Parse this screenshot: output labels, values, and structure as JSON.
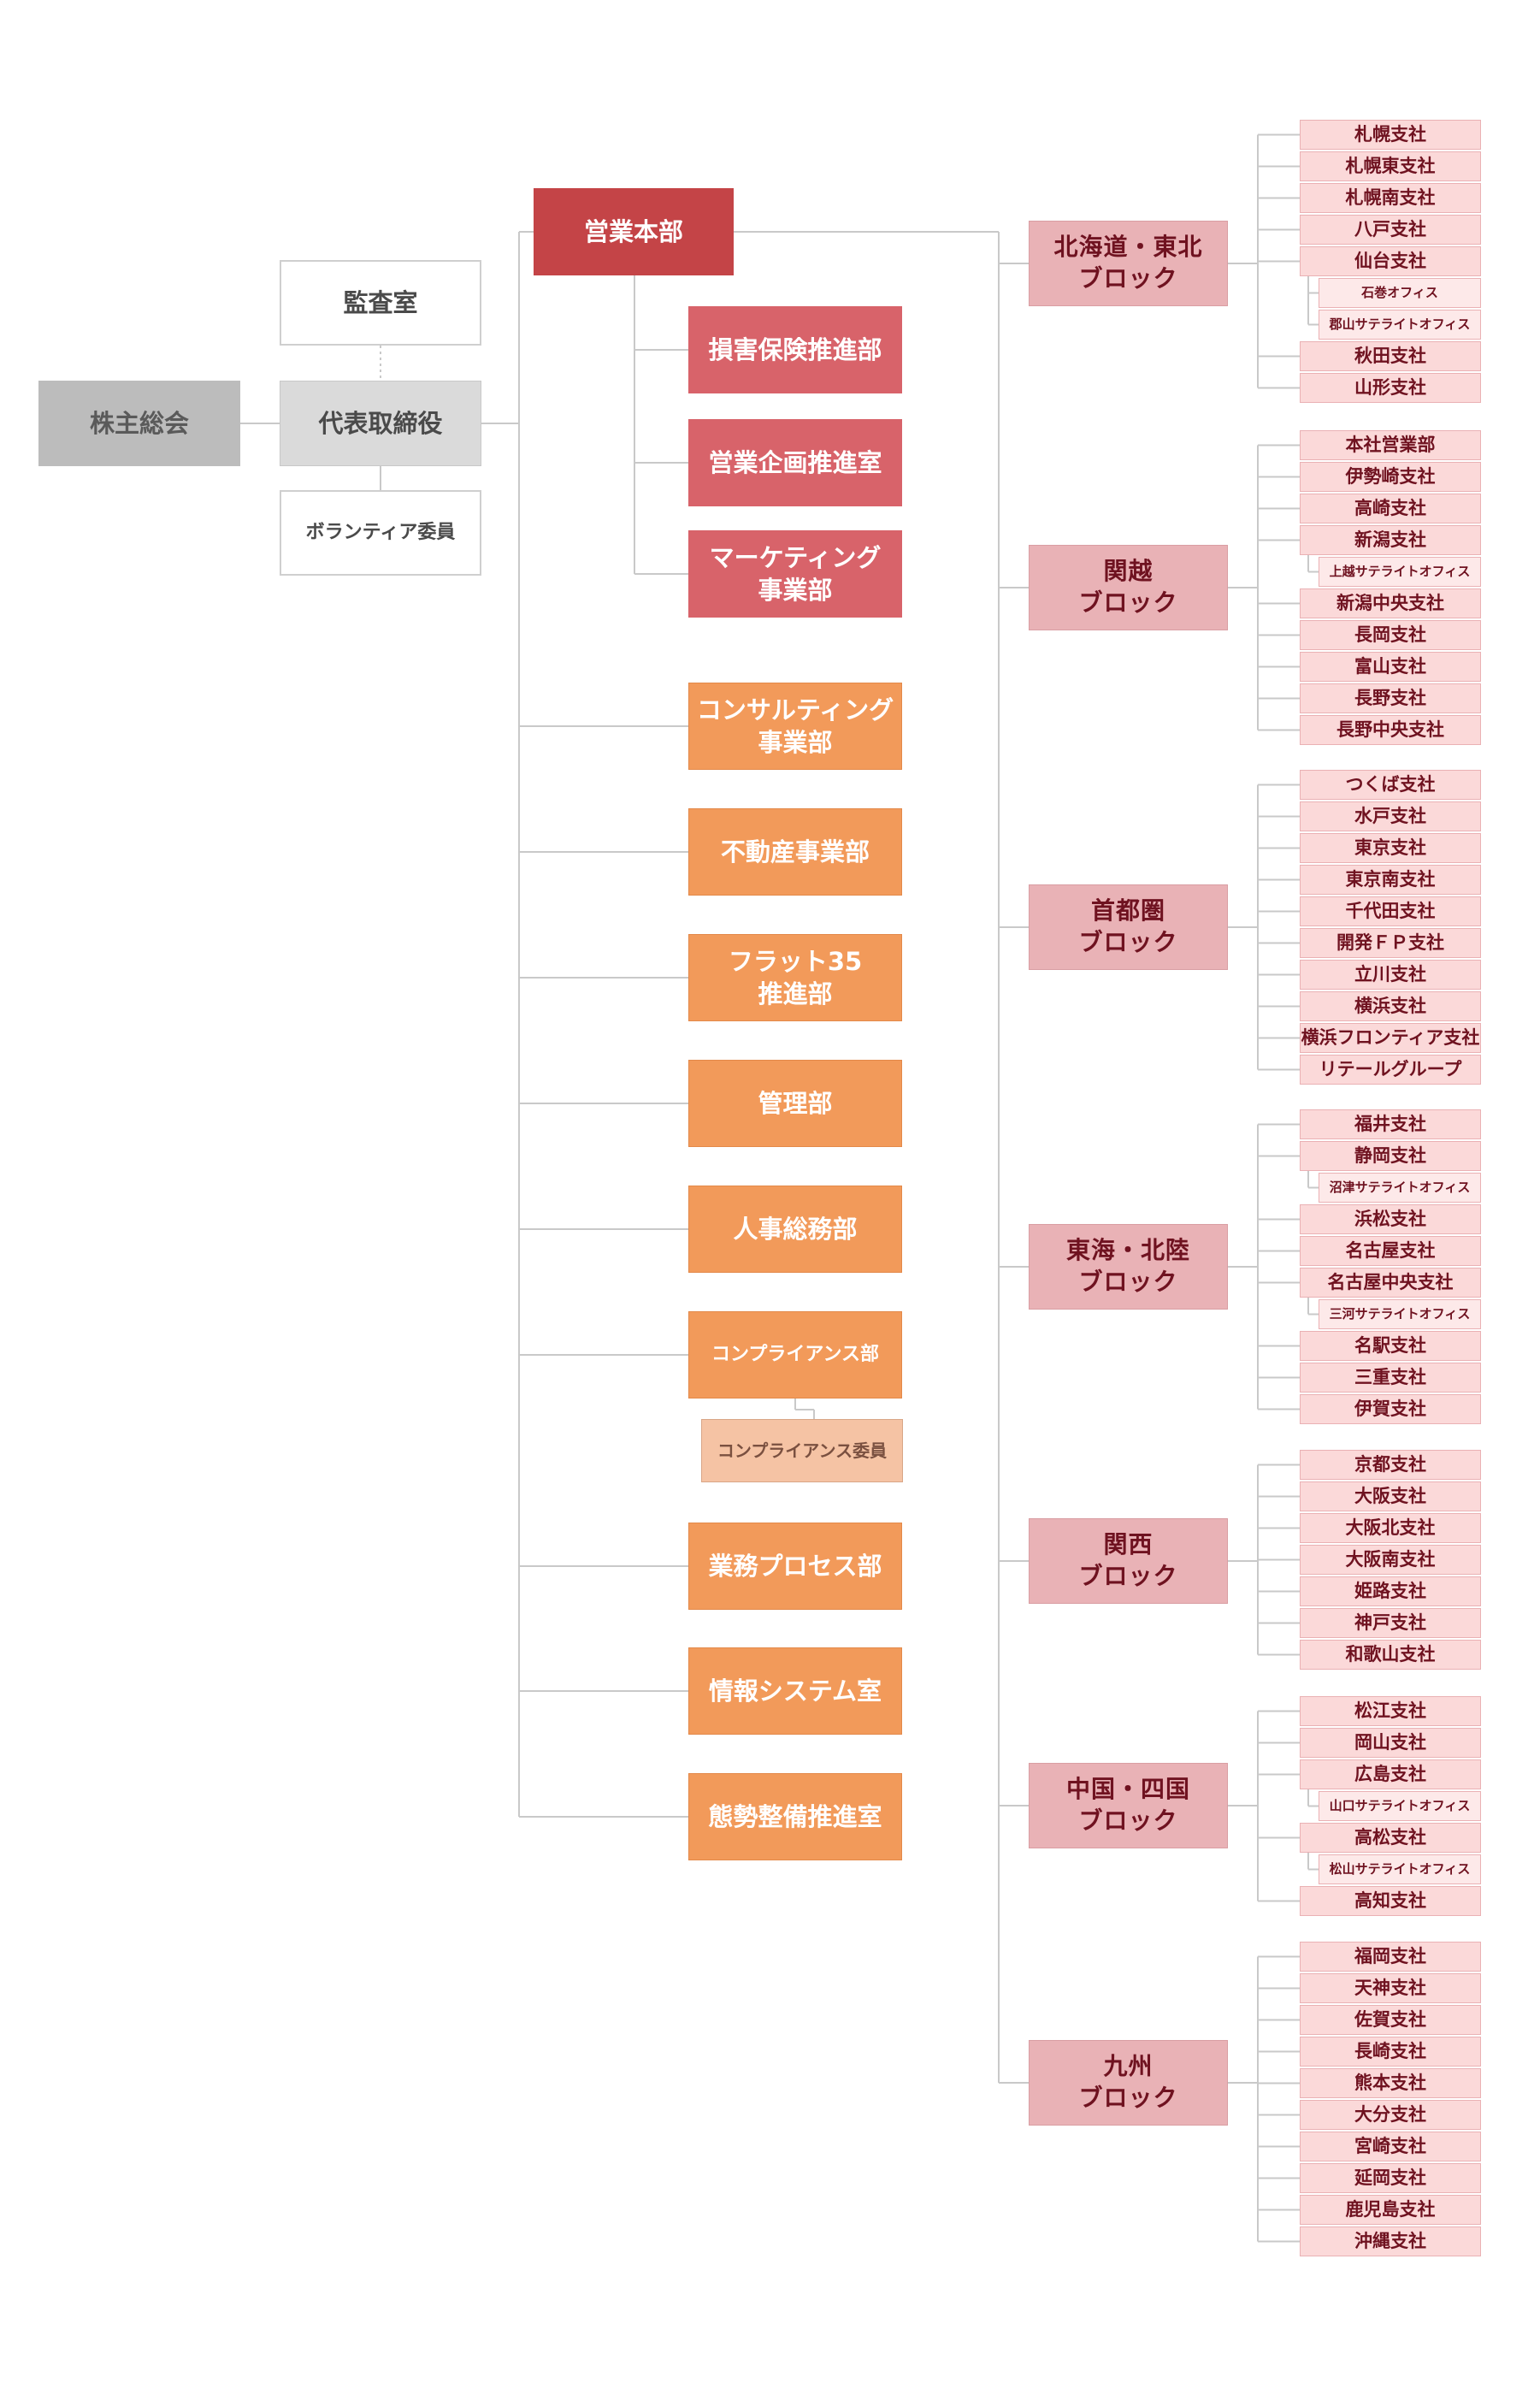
{
  "org": {
    "shareholders": "株主総会",
    "representative": "代表取締役",
    "audit": "監査室",
    "volunteer": "ボランティア委員",
    "sales_hq": "営業本部",
    "sales_departments": [
      "損害保険推進部",
      "営業企画推進室",
      "マーケティング\n事業部"
    ],
    "departments": [
      "コンサルティング\n事業部",
      "不動産事業部",
      "フラット35\n推進部",
      "管理部",
      "人事総務部",
      "コンプライアンス部"
    ],
    "compliance_committee": "コンプライアンス委員",
    "departments_after": [
      "業務プロセス部",
      "情報システム室",
      "態勢整備推進室"
    ]
  },
  "blocks": [
    {
      "name": "北海道・東北\nブロック",
      "branches": [
        {
          "name": "札幌支社"
        },
        {
          "name": "札幌東支社"
        },
        {
          "name": "札幌南支社"
        },
        {
          "name": "八戸支社"
        },
        {
          "name": "仙台支社"
        },
        {
          "name": "石巻オフィス",
          "sub": true
        },
        {
          "name": "郡山サテライトオフィス",
          "sub": true
        },
        {
          "name": "秋田支社"
        },
        {
          "name": "山形支社"
        }
      ]
    },
    {
      "name": "関越\nブロック",
      "branches": [
        {
          "name": "本社営業部"
        },
        {
          "name": "伊勢崎支社"
        },
        {
          "name": "高崎支社"
        },
        {
          "name": "新潟支社"
        },
        {
          "name": "上越サテライトオフィス",
          "sub": true
        },
        {
          "name": "新潟中央支社"
        },
        {
          "name": "長岡支社"
        },
        {
          "name": "富山支社"
        },
        {
          "name": "長野支社"
        },
        {
          "name": "長野中央支社"
        }
      ]
    },
    {
      "name": "首都圏\nブロック",
      "branches": [
        {
          "name": "つくば支社"
        },
        {
          "name": "水戸支社"
        },
        {
          "name": "東京支社"
        },
        {
          "name": "東京南支社"
        },
        {
          "name": "千代田支社"
        },
        {
          "name": "開発ＦＰ支社"
        },
        {
          "name": "立川支社"
        },
        {
          "name": "横浜支社"
        },
        {
          "name": "横浜フロンティア支社"
        },
        {
          "name": "リテールグループ"
        }
      ]
    },
    {
      "name": "東海・北陸\nブロック",
      "branches": [
        {
          "name": "福井支社"
        },
        {
          "name": "静岡支社"
        },
        {
          "name": "沼津サテライトオフィス",
          "sub": true
        },
        {
          "name": "浜松支社"
        },
        {
          "name": "名古屋支社"
        },
        {
          "name": "名古屋中央支社"
        },
        {
          "name": "三河サテライトオフィス",
          "sub": true
        },
        {
          "name": "名駅支社"
        },
        {
          "name": "三重支社"
        },
        {
          "name": "伊賀支社"
        }
      ]
    },
    {
      "name": "関西\nブロック",
      "branches": [
        {
          "name": "京都支社"
        },
        {
          "name": "大阪支社"
        },
        {
          "name": "大阪北支社"
        },
        {
          "name": "大阪南支社"
        },
        {
          "name": "姫路支社"
        },
        {
          "name": "神戸支社"
        },
        {
          "name": "和歌山支社"
        }
      ]
    },
    {
      "name": "中国・四国\nブロック",
      "branches": [
        {
          "name": "松江支社"
        },
        {
          "name": "岡山支社"
        },
        {
          "name": "広島支社"
        },
        {
          "name": "山口サテライトオフィス",
          "sub": true
        },
        {
          "name": "高松支社"
        },
        {
          "name": "松山サテライトオフィス",
          "sub": true
        },
        {
          "name": "高知支社"
        }
      ]
    },
    {
      "name": "九州\nブロック",
      "branches": [
        {
          "name": "福岡支社"
        },
        {
          "name": "天神支社"
        },
        {
          "name": "佐賀支社"
        },
        {
          "name": "長崎支社"
        },
        {
          "name": "熊本支社"
        },
        {
          "name": "大分支社"
        },
        {
          "name": "宮崎支社"
        },
        {
          "name": "延岡支社"
        },
        {
          "name": "鹿児島支社"
        },
        {
          "name": "沖縄支社"
        }
      ]
    }
  ]
}
